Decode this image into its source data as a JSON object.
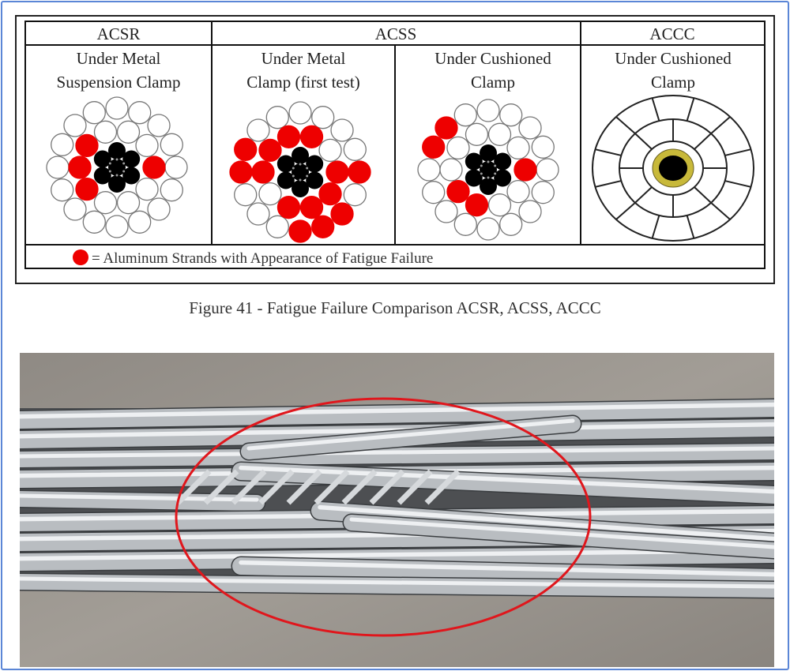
{
  "table": {
    "headers": [
      "ACSR",
      "ACSS",
      "ACCC"
    ],
    "panels": [
      {
        "line1": "Under Metal",
        "line2": "Suspension Clamp",
        "failed_inner": [
          0,
          4,
          5,
          6
        ],
        "failed_outer": []
      },
      {
        "line1": "Under Metal",
        "line2": "Clamp (first test)",
        "failed_inner": [
          0,
          1,
          2,
          3,
          5,
          6,
          7,
          8
        ],
        "failed_outer": [
          0,
          2,
          3,
          4,
          8,
          9
        ]
      },
      {
        "line1": "Under Cushioned",
        "line2": "Clamp",
        "failed_inner": [
          0,
          3,
          4
        ],
        "failed_outer": [
          9,
          10
        ]
      },
      {
        "line1": "Under Cushioned",
        "line2": "Clamp"
      }
    ],
    "legend": "= Aluminum Strands with Appearance of Fatigue Failure"
  },
  "caption": "Figure 41 - Fatigue Failure Comparison ACSR, ACSS, ACCC",
  "colors": {
    "failed": "#ee0000",
    "core": "#000000",
    "accc_ring": "#c8b93a",
    "annotation": "#e0161c",
    "frame": "#5b86d6"
  }
}
